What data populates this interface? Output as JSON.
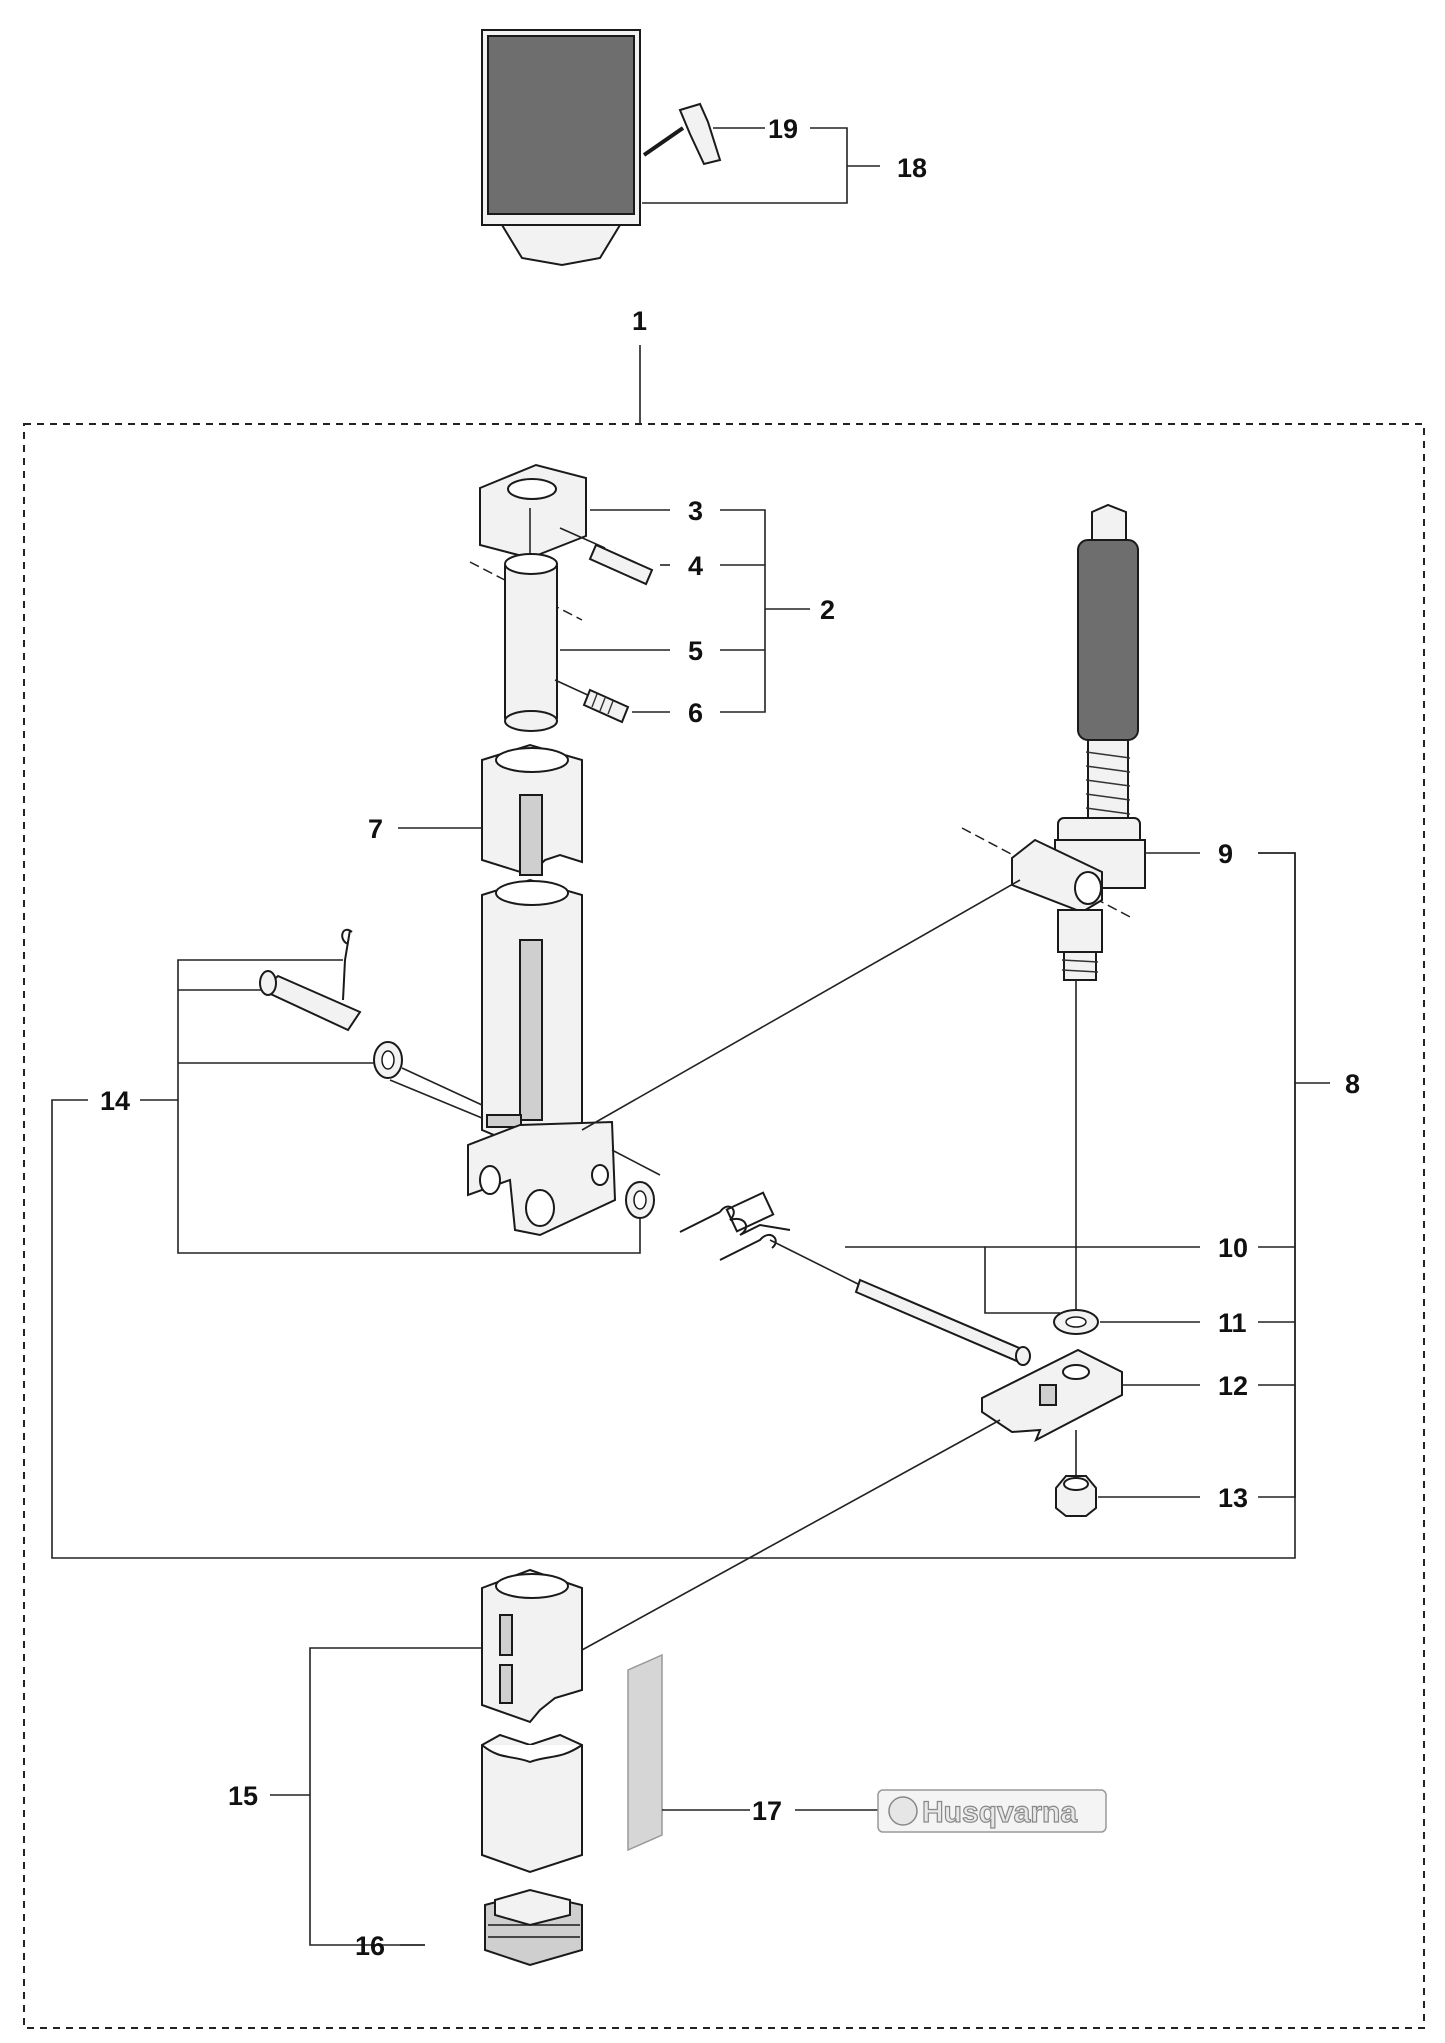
{
  "callouts": {
    "c1": "1",
    "c2": "2",
    "c3": "3",
    "c4": "4",
    "c5": "5",
    "c6": "6",
    "c7": "7",
    "c8": "8",
    "c9": "9",
    "c10": "10",
    "c11": "11",
    "c12": "12",
    "c13": "13",
    "c14": "14",
    "c15": "15",
    "c16": "16",
    "c17": "17",
    "c18": "18",
    "c19": "19"
  },
  "logo": {
    "text": "Husqvarna"
  },
  "colors": {
    "line": "#222222",
    "part_fill": "#f2f2f2",
    "dark_fill": "#6e6e6e"
  }
}
